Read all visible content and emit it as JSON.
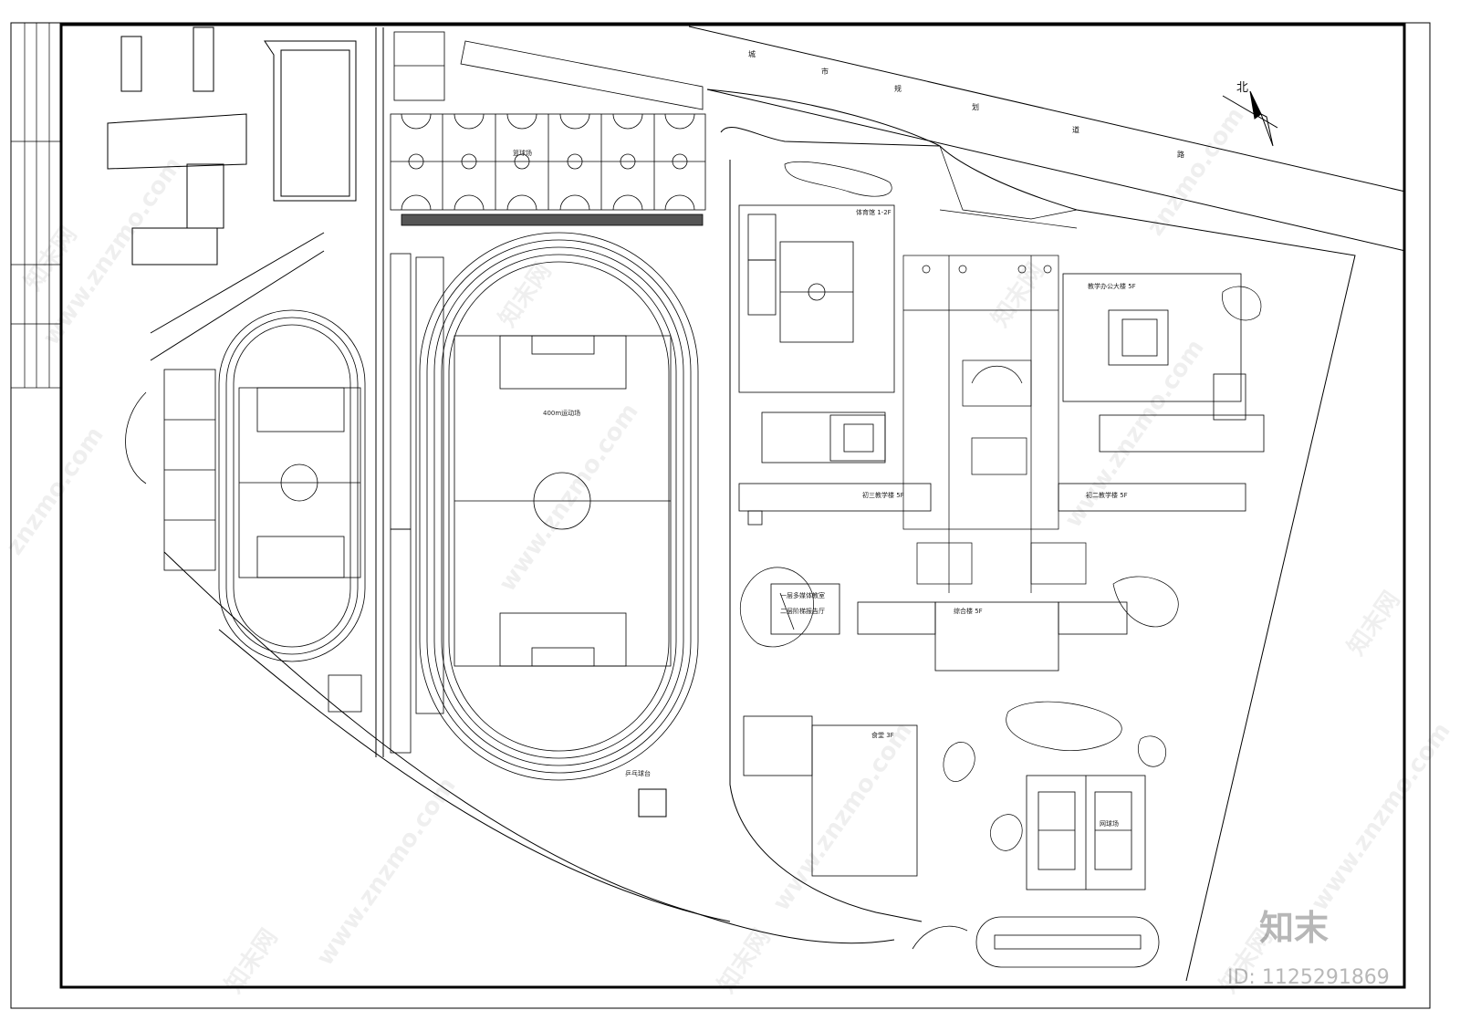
{
  "drawing": {
    "road_label_chars": [
      "城",
      "市",
      "规",
      "划",
      "道",
      "路"
    ],
    "north_label": "北",
    "labels": {
      "basketball_courts": "篮球场",
      "stadium_400m": "400m运动场",
      "gym": "体育馆 1-2F",
      "office_building": "教学办公大楼 5F",
      "grade3_building": "初三教学楼 5F",
      "grade2_building": "初二教学楼 5F",
      "multimedia_classroom": "一层多媒体教室",
      "lecture_hall": "二层阶梯报告厅",
      "complex_building": "综合楼 5F",
      "canteen": "食堂 3F",
      "pingpong": "乒乓球台",
      "tennis": "网球场"
    }
  },
  "watermark": {
    "site": "znzmo.com",
    "site_www": "www.znzmo.com",
    "brand_cn": "知末网",
    "brand_short": "知末",
    "id_text": "ID: 1125291869"
  }
}
